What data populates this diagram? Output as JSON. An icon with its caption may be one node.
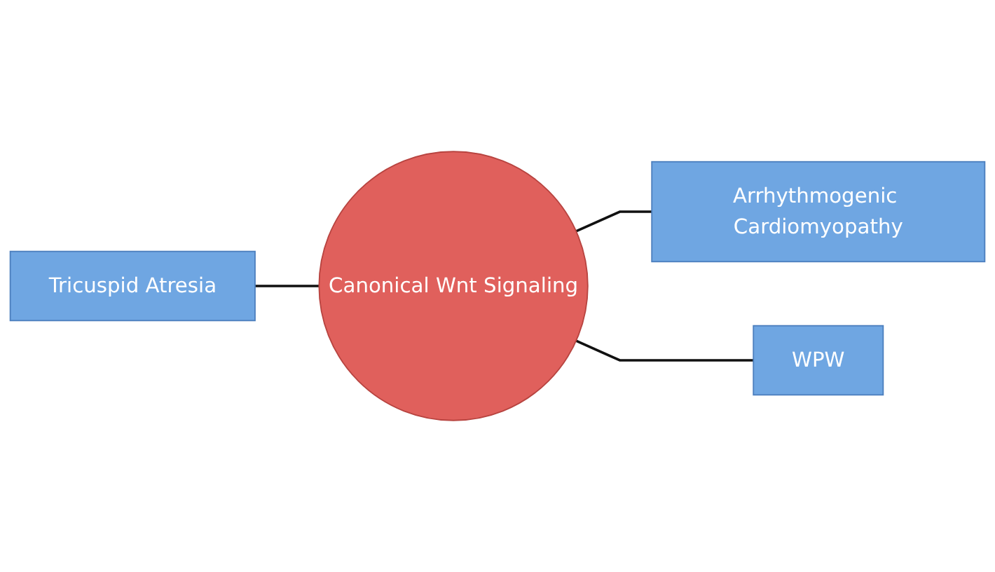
{
  "diagram": {
    "nodes": [
      {
        "text": [
          "Tricuspid Atresia"
        ]
      },
      {
        "text": [
          "Arrhythmogenic Cardiomyopathy"
        ]
      },
      {
        "text": [
          "Canonical Wnt Signaling"
        ]
      },
      {
        "text": [
          "WPW"
        ]
      }
    ],
    "edges": [
      {
        "from": 0,
        "to": 2,
        "arrow": "none"
      },
      {
        "from": 2,
        "to": 1,
        "arrow": "none"
      },
      {
        "from": 2,
        "to": 3,
        "arrow": "none"
      }
    ]
  }
}
